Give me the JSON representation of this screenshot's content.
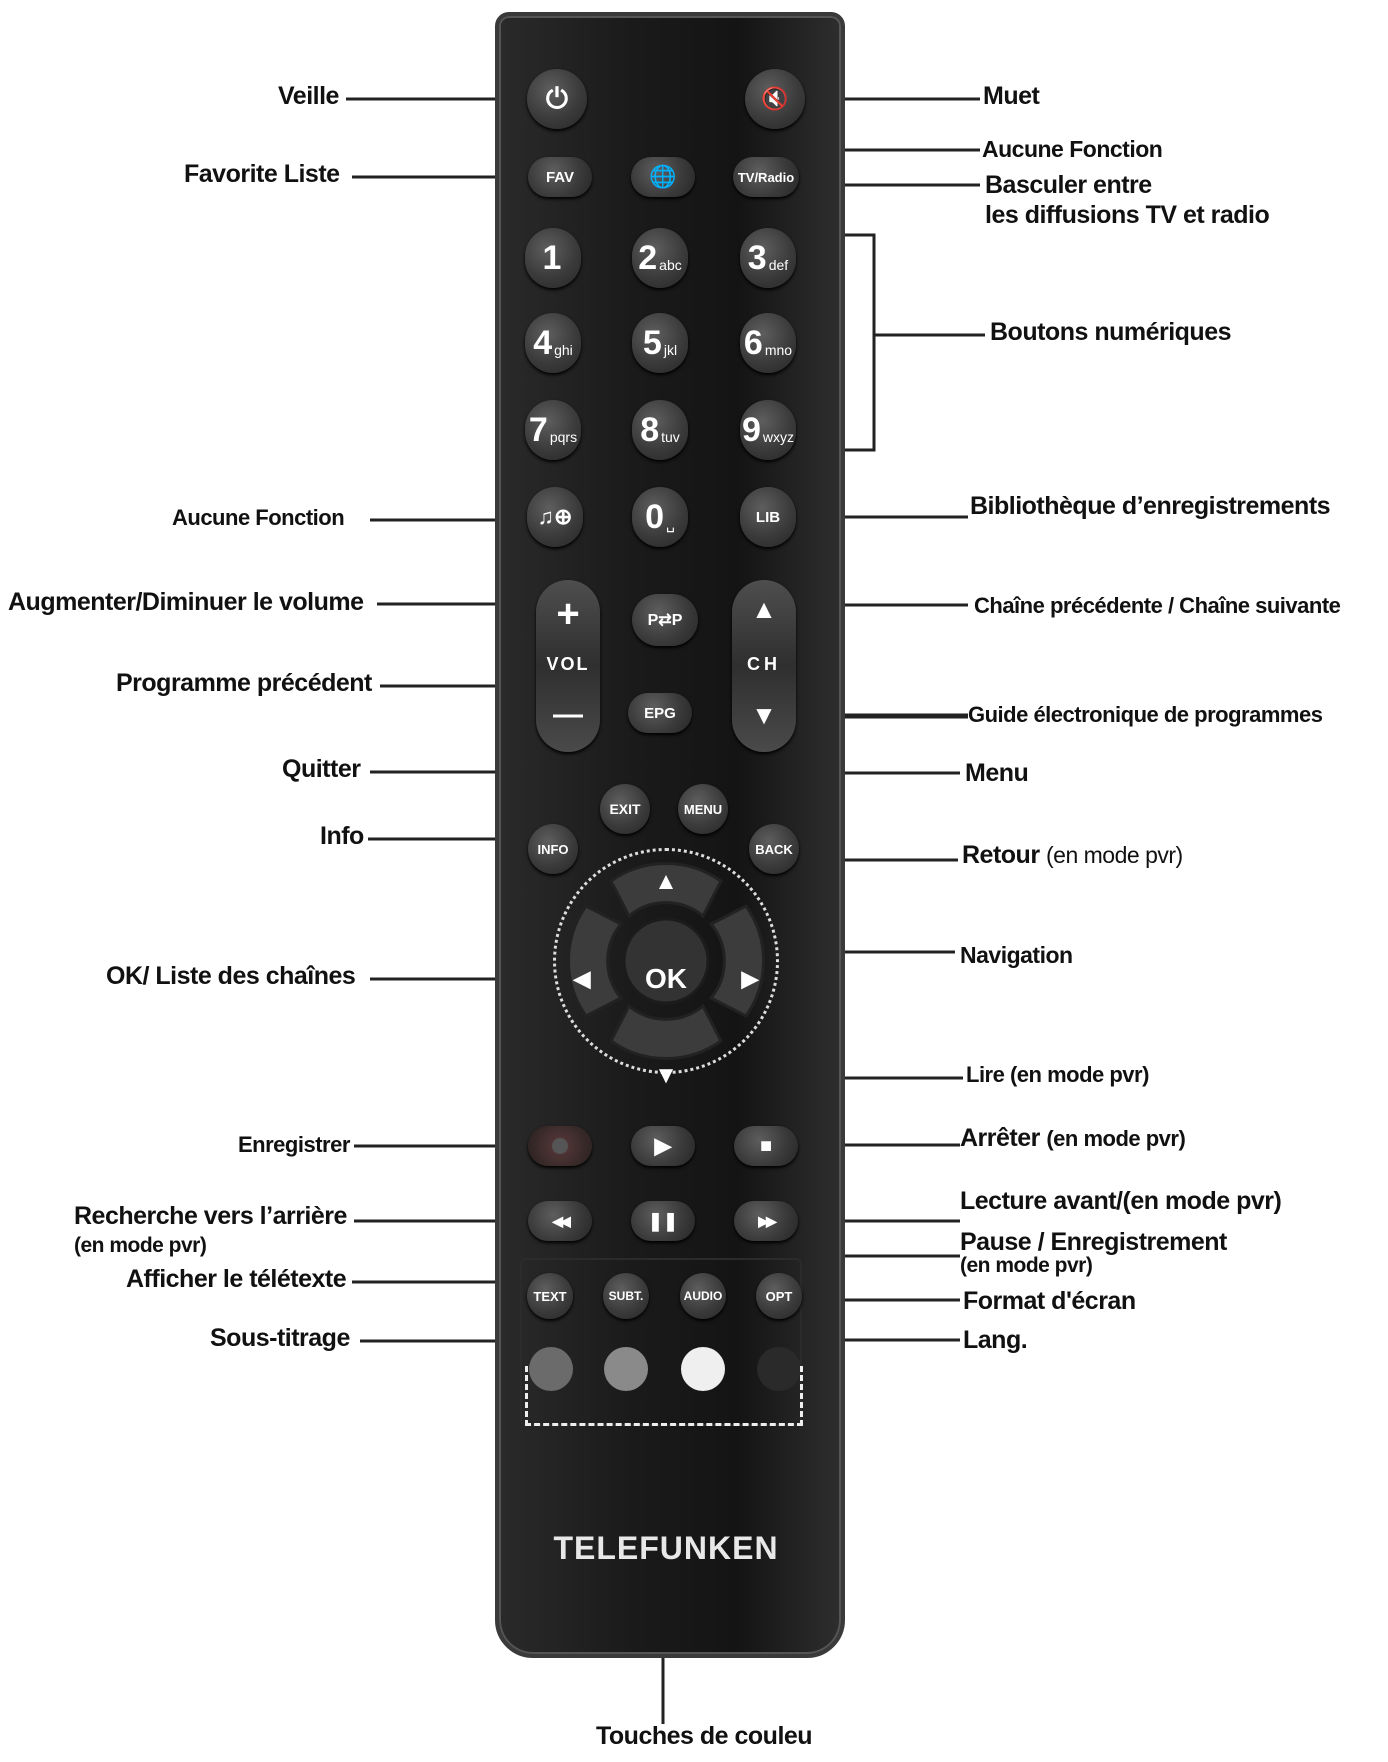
{
  "remote": {
    "brand": "TELEFUNKEN",
    "buttons": {
      "power": "⏻",
      "mute": "🔇",
      "fav": "FAV",
      "globe": "🌐",
      "tv_radio": "TV/Radio",
      "digits": [
        {
          "d": "1",
          "s": ""
        },
        {
          "d": "2",
          "s": "abc"
        },
        {
          "d": "3",
          "s": "def"
        },
        {
          "d": "4",
          "s": "ghi"
        },
        {
          "d": "5",
          "s": "jkl"
        },
        {
          "d": "6",
          "s": "mno"
        },
        {
          "d": "7",
          "s": "pqrs"
        },
        {
          "d": "8",
          "s": "tuv"
        },
        {
          "d": "9",
          "s": "wxyz"
        }
      ],
      "zero": "0",
      "zero_sub": "␣",
      "media": "♫⊕",
      "lib": "LIB",
      "vol_plus": "+",
      "vol": "VOL",
      "vol_minus": "—",
      "pp": "P⇄P",
      "epg": "EPG",
      "ch_up": "▲",
      "ch": "CH",
      "ch_down": "▼",
      "exit": "EXIT",
      "menu": "MENU",
      "info": "INFO",
      "back": "BACK",
      "ok": "OK",
      "up": "▲",
      "down": "▼",
      "left": "◀",
      "right": "▶",
      "play": "▶",
      "stop": "■",
      "rew": "◀◀",
      "pause": "❚❚",
      "ffw": "▶▶",
      "text": "TEXT",
      "subt": "SUBT.",
      "audio": "AUDIO",
      "opt": "OPT"
    },
    "color_keys": [
      "#6b6b6b",
      "#8a8a8a",
      "#efefef",
      "#2a2a2a"
    ]
  },
  "labels": {
    "veille": "Veille",
    "favorite": "Favorite Liste",
    "aucune_left": "Aucune Fonction",
    "volume": "Augmenter/Diminuer le volume",
    "programme": "Programme précédent",
    "quitter": "Quitter",
    "info": "Info",
    "ok": "OK/ Liste des chaînes",
    "enregistrer": "Enregistrer",
    "recherche": "Recherche vers l’arrière",
    "recherche_sub": "(en mode pvr)",
    "teletexte": "Afficher le télétexte",
    "sous_titrage": "Sous-titrage",
    "touches": "Touches de couleu",
    "muet": "Muet",
    "aucune_right": "Aucune Fonction",
    "basculer_1": "Basculer entre",
    "basculer_2": "les diffusions TV et radio",
    "numeriques": "Boutons numériques",
    "bibliotheque": "Bibliothèque d’enregistrements",
    "chaine": "Chaîne précédente / Chaîne suivante",
    "guide": "Guide électronique de programmes",
    "menu": "Menu",
    "retour": "Retour",
    "retour_sub": "(en mode pvr)",
    "navigation": "Navigation",
    "lire": "Lire (en mode pvr)",
    "arreter": "Arrêter",
    "arreter_sub": "(en mode pvr)",
    "lecture": "Lecture avant/(en mode pvr)",
    "pause": "Pause / Enregistrement",
    "pause_sub": "(en mode pvr)",
    "format": "Format d'écran",
    "lang": "Lang."
  }
}
